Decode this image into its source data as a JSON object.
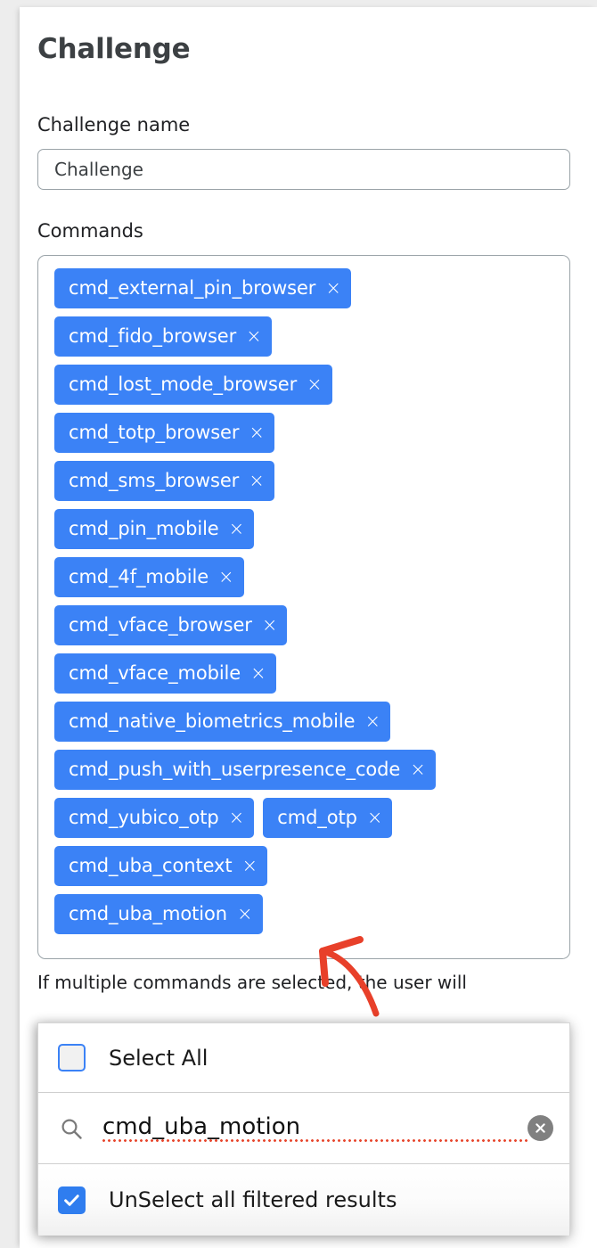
{
  "page": {
    "title": "Challenge"
  },
  "form": {
    "challenge_name": {
      "label": "Challenge name",
      "value": "Challenge",
      "placeholder": "Challenge"
    },
    "commands": {
      "label": "Commands",
      "helper_text": "If multiple commands are selected, the user will",
      "remove_icon": "×",
      "chip_color": "#3b82f6",
      "rows": [
        [
          {
            "label": "cmd_external_pin_browser"
          }
        ],
        [
          {
            "label": "cmd_fido_browser"
          }
        ],
        [
          {
            "label": "cmd_lost_mode_browser"
          }
        ],
        [
          {
            "label": "cmd_totp_browser"
          }
        ],
        [
          {
            "label": "cmd_sms_browser"
          }
        ],
        [
          {
            "label": "cmd_pin_mobile"
          }
        ],
        [
          {
            "label": "cmd_4f_mobile"
          }
        ],
        [
          {
            "label": "cmd_vface_browser"
          }
        ],
        [
          {
            "label": "cmd_vface_mobile"
          }
        ],
        [
          {
            "label": "cmd_native_biometrics_mobile"
          }
        ],
        [
          {
            "label": "cmd_push_with_userpresence_code"
          }
        ],
        [
          {
            "label": "cmd_yubico_otp"
          },
          {
            "label": "cmd_otp"
          }
        ],
        [
          {
            "label": "cmd_uba_context"
          }
        ],
        [
          {
            "label": "cmd_uba_motion"
          }
        ]
      ]
    }
  },
  "dropdown": {
    "select_all": {
      "label": "Select All",
      "checked": false
    },
    "search": {
      "value": "cmd_uba_motion",
      "placeholder": "Search",
      "search_icon": "search-icon",
      "clear_icon": "clear-circle-icon"
    },
    "unselect_filtered": {
      "label": "UnSelect all filtered results",
      "checked": true
    }
  },
  "annotation": {
    "arrow_color": "#e8402a",
    "points_to": "cmd_uba_motion"
  }
}
